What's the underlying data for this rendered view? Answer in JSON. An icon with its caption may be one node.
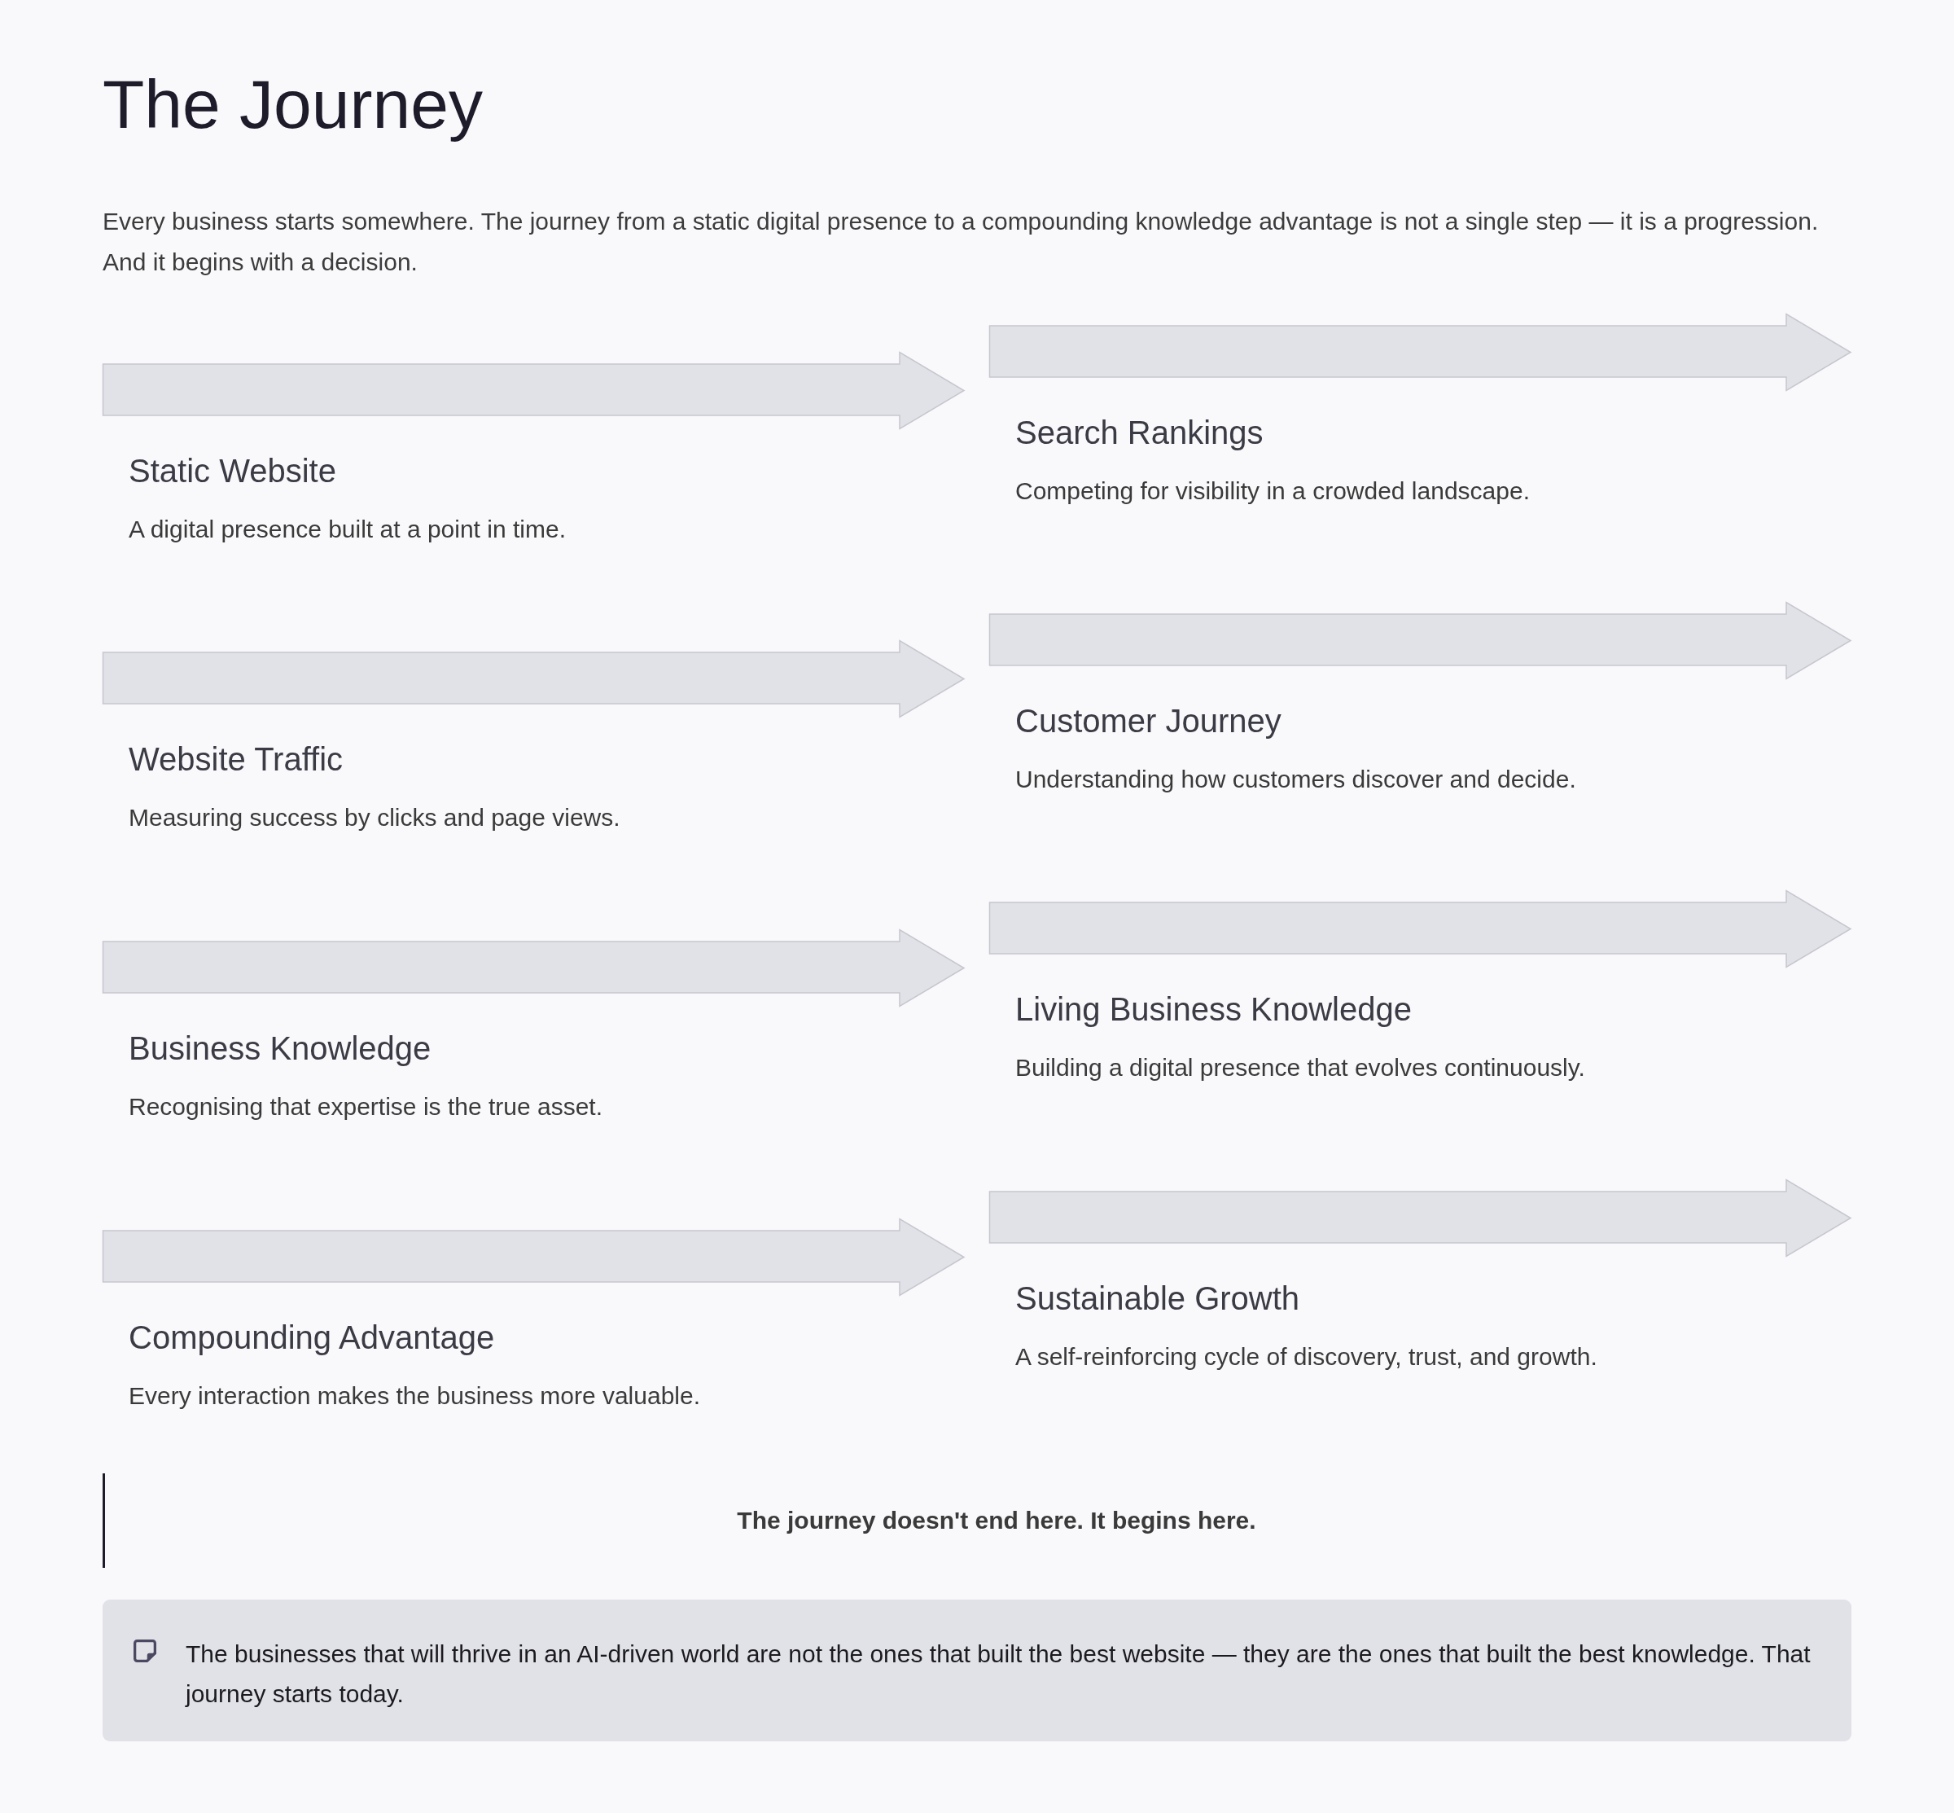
{
  "diagram": {
    "title": "The Journey",
    "nodes": [
      {
        "text": [
          "Static Website",
          "A digital presence built at a point in time."
        ]
      },
      {
        "text": [
          "Search Rankings",
          "Competing for visibility in a crowded landscape."
        ]
      },
      {
        "text": [
          "Website Traffic",
          "Measuring success by clicks and page views."
        ]
      },
      {
        "text": [
          "Customer Journey",
          "Understanding how customers discover and decide."
        ]
      },
      {
        "text": [
          "Business Knowledge",
          "Recognising that expertise is the true asset."
        ]
      },
      {
        "text": [
          "Living Business Knowledge",
          "Building a digital presence that evolves continuously."
        ]
      },
      {
        "text": [
          "Compounding Advantage",
          "Every interaction makes the business more valuable."
        ]
      },
      {
        "text": [
          "Sustainable Growth",
          "A self-reinforcing cycle of discovery, trust, and growth."
        ]
      },
      {
        "text": [
          "The businesses that will thrive in an AI-driven world are not the ones that built the best website — they are the ones that built the best knowledge. That journey starts today."
        ]
      }
    ],
    "labels": [
      "Every business starts somewhere. The journey from a static digital presence to a compounding knowledge advantage is not a single step — it is a progression. And it begins with a decision.",
      "The journey doesn't end here. It begins here."
    ]
  }
}
